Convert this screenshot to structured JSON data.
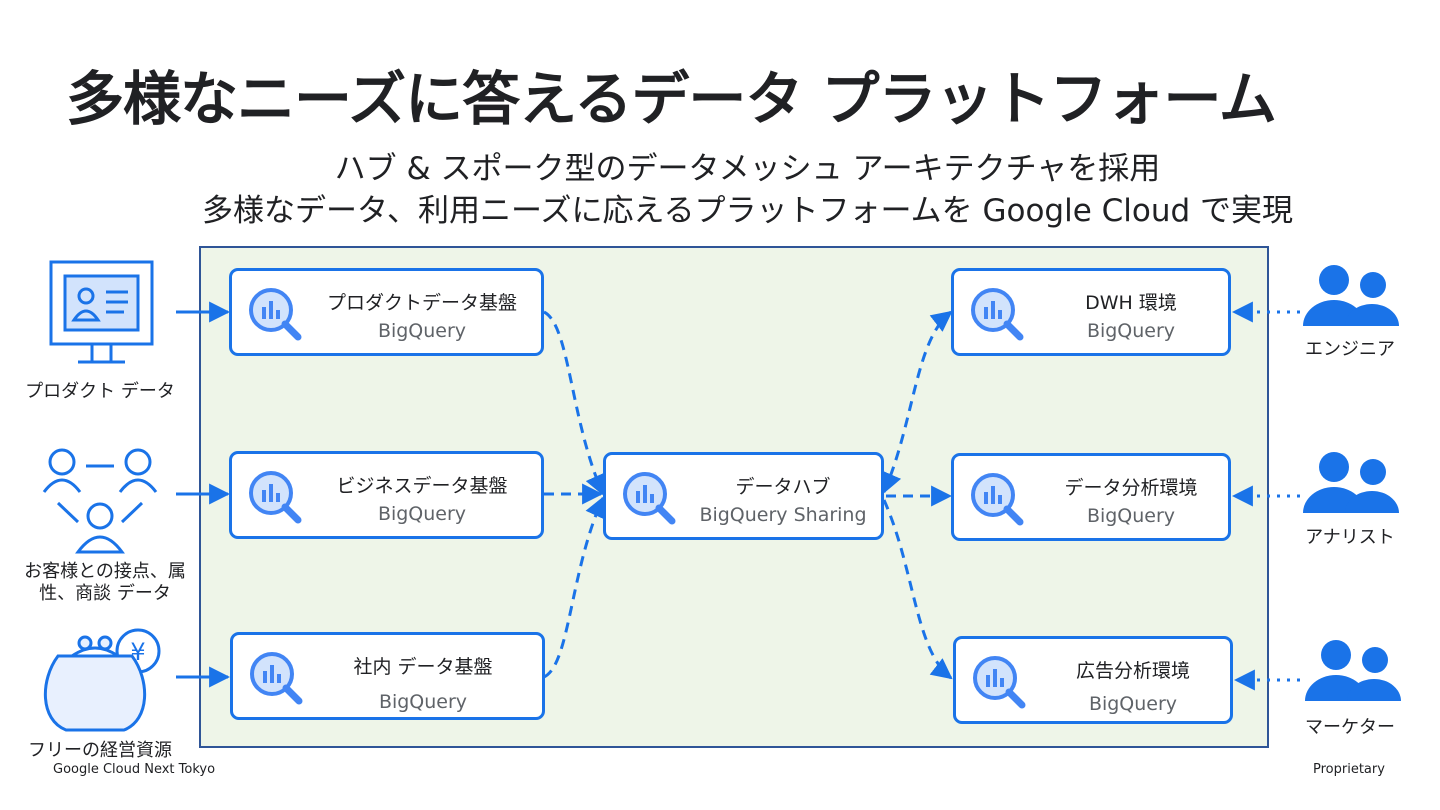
{
  "title": "多様なニーズに答えるデータ プラットフォーム",
  "subtitle_line1": "ハブ & スポーク型のデータメッシュ アーキテクチャを採用",
  "subtitle_line2": "多様なデータ、利用ニーズに応えるプラットフォームを Google Cloud で実現",
  "sources": [
    {
      "label": "プロダクト データ",
      "icon": "monitor-profile-icon"
    },
    {
      "label": "お客様との接点、属\n性、商談 データ",
      "icon": "people-network-icon"
    },
    {
      "label": "フリーの経営資源",
      "icon": "coin-purse-yen-icon"
    }
  ],
  "spokes_in": [
    {
      "title": "プロダクトデータ基盤",
      "service": "BigQuery"
    },
    {
      "title": "ビジネスデータ基盤",
      "service": "BigQuery"
    },
    {
      "title": "社内 データ基盤",
      "service": "BigQuery"
    }
  ],
  "hub": {
    "title": "データハブ",
    "service": "BigQuery Sharing"
  },
  "spokes_out": [
    {
      "title": "DWH 環境",
      "service": "BigQuery"
    },
    {
      "title": "データ分析環境",
      "service": "BigQuery"
    },
    {
      "title": "広告分析環境",
      "service": "BigQuery"
    }
  ],
  "users": [
    {
      "label": "エンジニア",
      "icon": "users-icon"
    },
    {
      "label": "アナリスト",
      "icon": "users-icon"
    },
    {
      "label": "マーケター",
      "icon": "users-icon"
    }
  ],
  "footer_left": "Google Cloud Next Tokyo",
  "footer_right": "Proprietary",
  "colors": {
    "accent": "#1a73e8",
    "icon_blue": "#4285f4",
    "panel_bg": "#eef5e8",
    "panel_border": "#2f5597"
  }
}
